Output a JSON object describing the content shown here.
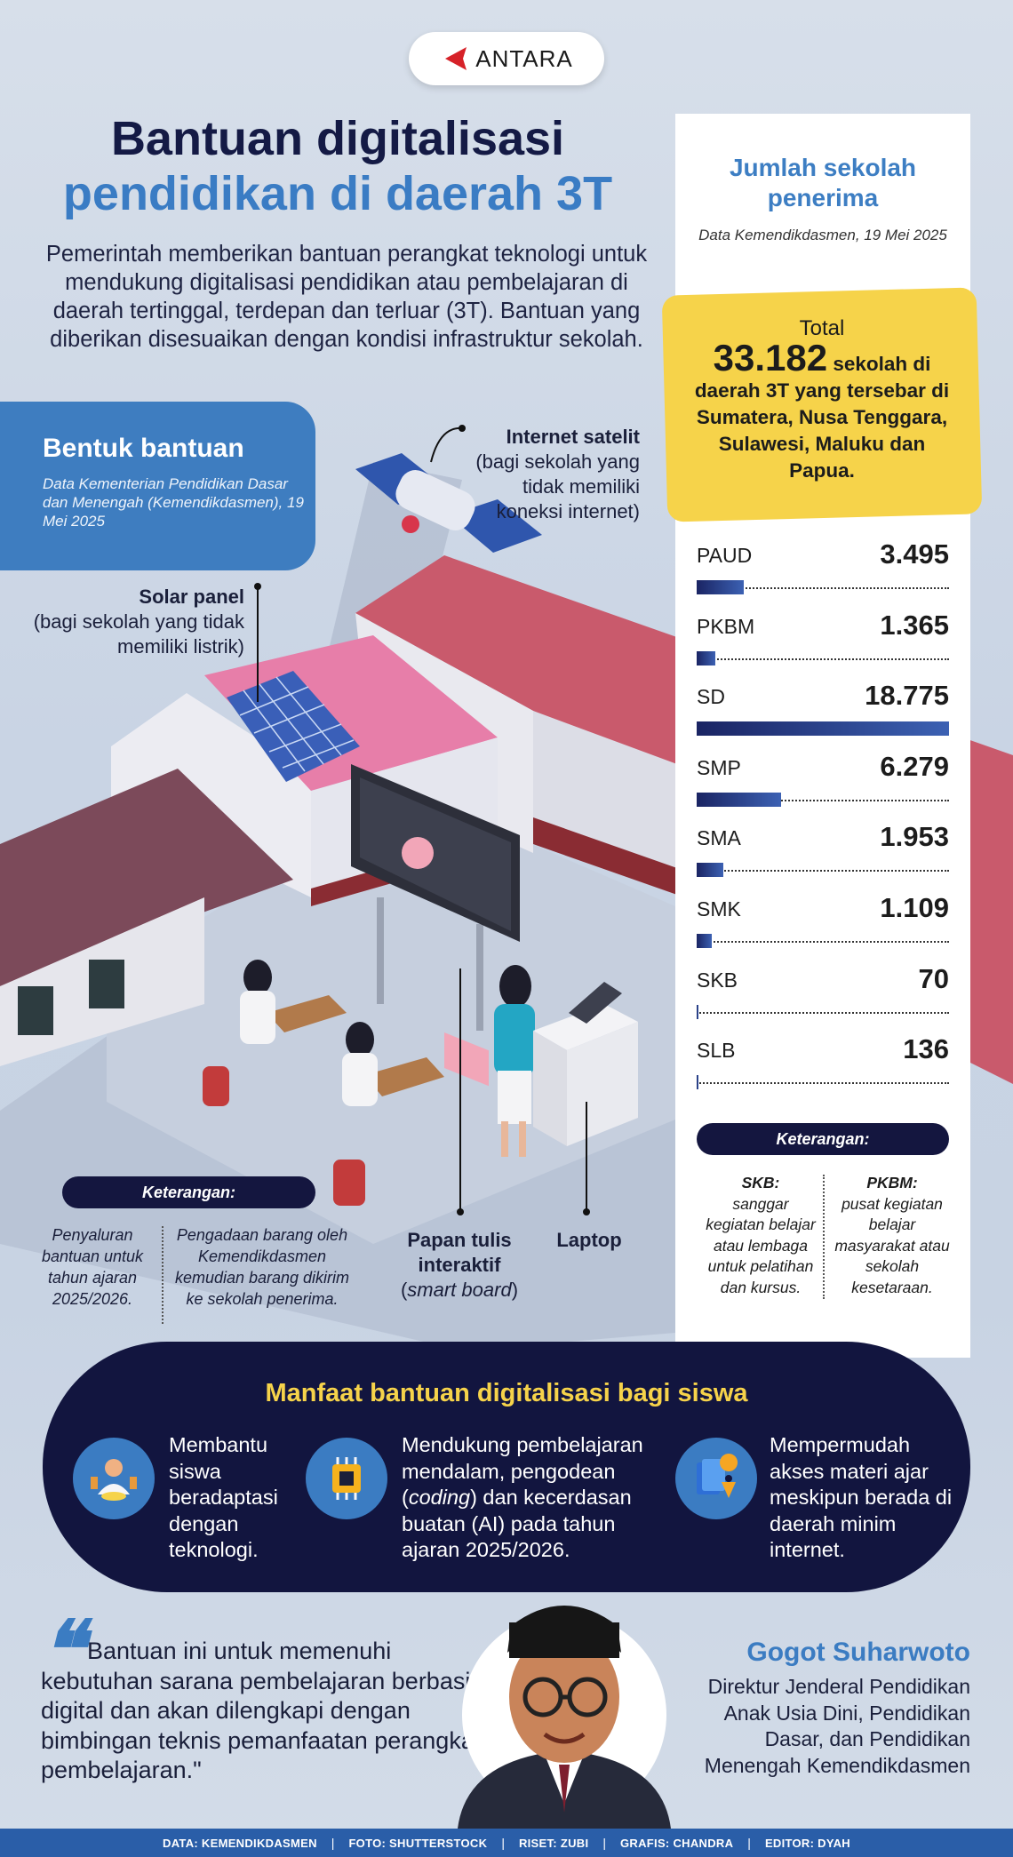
{
  "brand": {
    "name": "ANTARA",
    "logo_icon": "antara-chevron-icon",
    "accent": "#d62128"
  },
  "title": {
    "line1": "Bantuan digitalisasi",
    "line2": "pendidikan di daerah 3T"
  },
  "intro": "Pemerintah memberikan bantuan perangkat teknologi untuk mendukung digitalisasi pendidikan atau pembelajaran di daerah tertinggal, terdepan dan terluar (3T). Bantuan yang diberikan disesuaikan dengan kondisi infrastruktur sekolah.",
  "bentuk": {
    "title": "Bentuk bantuan",
    "source": "Data Kementerian Pendidikan Dasar dan Menengah (Kemendikdasmen), 19 Mei 2025"
  },
  "labels": {
    "satelit_title": "Internet satelit",
    "satelit_desc": "(bagi sekolah yang tidak memiliki koneksi internet)",
    "solar_title": "Solar panel",
    "solar_desc": "(bagi sekolah yang tidak memiliki listrik)",
    "papan_title": "Papan tulis interaktif",
    "papan_desc": "smart board",
    "laptop_title": "Laptop"
  },
  "keterangan_left": {
    "title": "Keterangan:",
    "note1": "Penyaluran bantuan untuk tahun ajaran 2025/2026.",
    "note2": "Pengadaan barang oleh Kemendikdasmen kemudian barang dikirim ke sekolah penerima."
  },
  "panel": {
    "title": "Jumlah sekolah penerima",
    "source": "Data Kemendikdasmen, 19 Mei 2025",
    "total_label": "Total",
    "total_value": "33.182",
    "total_desc": "sekolah di daerah 3T yang tersebar di Sumatera, Nusa Tenggara, Sulawesi, Maluku dan Papua.",
    "rows": [
      {
        "label": "PAUD",
        "value_text": "3.495",
        "value": 3495
      },
      {
        "label": "PKBM",
        "value_text": "1.365",
        "value": 1365
      },
      {
        "label": "SD",
        "value_text": "18.775",
        "value": 18775
      },
      {
        "label": "SMP",
        "value_text": "6.279",
        "value": 6279
      },
      {
        "label": "SMA",
        "value_text": "1.953",
        "value": 1953
      },
      {
        "label": "SMK",
        "value_text": "1.109",
        "value": 1109
      },
      {
        "label": "SKB",
        "value_text": "70",
        "value": 70
      },
      {
        "label": "SLB",
        "value_text": "136",
        "value": 136
      }
    ],
    "keterangan_title": "Keterangan:",
    "skb_title": "SKB:",
    "skb_desc": "sanggar kegiatan belajar atau lembaga untuk pelatihan dan kursus.",
    "pkbm_title": "PKBM:",
    "pkbm_desc": "pusat kegiatan belajar masyarakat atau sekolah kesetaraan."
  },
  "manfaat": {
    "title": "Manfaat bantuan digitalisasi bagi siswa",
    "items": [
      {
        "icon": "student-adapt-icon",
        "text": "Membantu siswa beradaptasi dengan teknologi."
      },
      {
        "icon": "ai-chip-icon",
        "pre": "Mendukung pembelajaran mendalam, pengodean (",
        "em": "coding",
        "post": ") dan kecerdasan buatan (AI) pada tahun ajaran 2025/2026."
      },
      {
        "icon": "book-location-icon",
        "text": "Mempermudah akses materi ajar meskipun berada di daerah minim internet."
      }
    ]
  },
  "quote": {
    "text": "Bantuan ini untuk memenuhi kebutuhan sarana pembelajaran berbasis digital dan akan dilengkapi dengan bimbingan teknis pemanfaatan perangkat pembelajaran.\"",
    "name": "Gogot Suharwoto",
    "role": "Direktur Jenderal Pendidikan Anak Usia Dini, Pendidikan Dasar, dan Pendidikan Menengah Kemendikdasmen"
  },
  "footer": {
    "items": [
      "DATA: KEMENDIKDASMEN",
      "FOTO: SHUTTERSTOCK",
      "RISET: ZUBI",
      "GRAFIS: CHANDRA",
      "EDITOR: DYAH"
    ]
  },
  "colors": {
    "navy": "#12153f",
    "blue": "#3b7cc2",
    "yellow": "#f6d34a",
    "footer": "#2a5ea8"
  }
}
